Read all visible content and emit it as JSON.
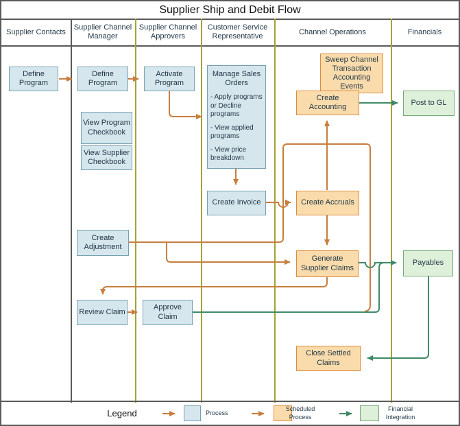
{
  "title": "Supplier Ship and Debit Flow",
  "lanes": [
    {
      "label": "Supplier Contacts"
    },
    {
      "label": "Supplier Channel Manager"
    },
    {
      "label": "Supplier Channel Approvers"
    },
    {
      "label": "Customer Service Representative"
    },
    {
      "label": "Channel Operations"
    },
    {
      "label": "Financials"
    }
  ],
  "nodes": {
    "define_program_contacts": {
      "label": "Define Program",
      "type": "process"
    },
    "define_program_manager": {
      "label": "Define Program",
      "type": "process"
    },
    "activate_program": {
      "label": "Activate Program",
      "type": "process"
    },
    "view_program_checkbook": {
      "label": "View Program Checkbook",
      "type": "process"
    },
    "view_supplier_checkbook": {
      "label": "View Supplier Checkbook",
      "type": "process"
    },
    "manage_sales_orders": {
      "label": "Manage Sales Orders",
      "details": [
        "- Apply programs or Decline programs",
        "- View applied programs",
        "- View price breakdown"
      ],
      "type": "process"
    },
    "create_invoice": {
      "label": "Create Invoice",
      "type": "process"
    },
    "sweep_channel_transaction_accounting_events": {
      "label": "Sweep Channel Transaction Accounting Events",
      "type": "scheduled-process"
    },
    "create_accounting": {
      "label": "Create Accounting",
      "type": "scheduled-process"
    },
    "post_to_gl": {
      "label": "Post to GL",
      "type": "financial-integration"
    },
    "create_accruals": {
      "label": "Create Accruals",
      "type": "scheduled-process"
    },
    "generate_supplier_claims": {
      "label": "Generate Supplier Claims",
      "type": "scheduled-process"
    },
    "payables": {
      "label": "Payables",
      "type": "financial-integration"
    },
    "create_adjustment": {
      "label": "Create Adjustment",
      "type": "process"
    },
    "review_claim": {
      "label": "Review Claim",
      "type": "process"
    },
    "approve_claim": {
      "label": "Approve Claim",
      "type": "process"
    },
    "close_settled_claims": {
      "label": "Close Settled Claims",
      "type": "scheduled-process"
    }
  },
  "edges": [
    {
      "from": "define_program_contacts",
      "to": "define_program_manager",
      "type": "process"
    },
    {
      "from": "define_program_manager",
      "to": "activate_program",
      "type": "process"
    },
    {
      "from": "activate_program",
      "to": "manage_sales_orders",
      "type": "process"
    },
    {
      "from": "manage_sales_orders",
      "to": "create_invoice",
      "type": "process"
    },
    {
      "from": "create_invoice",
      "to": "create_accruals",
      "type": "process"
    },
    {
      "from": "create_accruals",
      "to": "create_accounting",
      "type": "process"
    },
    {
      "from": "create_accruals",
      "to": "generate_supplier_claims",
      "type": "process"
    },
    {
      "from": "create_adjustment",
      "to": "create_accounting",
      "type": "process"
    },
    {
      "from": "create_adjustment",
      "to": "generate_supplier_claims",
      "type": "process"
    },
    {
      "from": "generate_supplier_claims",
      "to": "review_claim",
      "type": "process"
    },
    {
      "from": "review_claim",
      "to": "approve_claim",
      "type": "process"
    },
    {
      "from": "approve_claim",
      "to": "create_accounting",
      "type": "process"
    },
    {
      "from": "create_accounting",
      "to": "post_to_gl",
      "type": "financial"
    },
    {
      "from": "generate_supplier_claims",
      "to": "payables",
      "type": "financial"
    },
    {
      "from": "approve_claim",
      "to": "payables",
      "type": "financial"
    },
    {
      "from": "payables",
      "to": "close_settled_claims",
      "type": "financial"
    }
  ],
  "legend": {
    "title": "Legend",
    "items": [
      {
        "label": "Process",
        "swatch": "process"
      },
      {
        "label": "Scheduled Process",
        "swatch": "scheduled-process"
      },
      {
        "label": "Financial Integration",
        "swatch": "financial-integration"
      }
    ]
  },
  "colors": {
    "process_fill": "#d6e6ed",
    "process_border": "#76a1b1",
    "scheduled_fill": "#fadcac",
    "scheduled_border": "#dd8b3f",
    "financial_fill": "#dff0da",
    "financial_border": "#74a877",
    "flow_arrow": "#c87e3e",
    "financial_arrow": "#3f8a66",
    "lane_line": "#a3a334",
    "frame_line": "#5a5a5a"
  }
}
